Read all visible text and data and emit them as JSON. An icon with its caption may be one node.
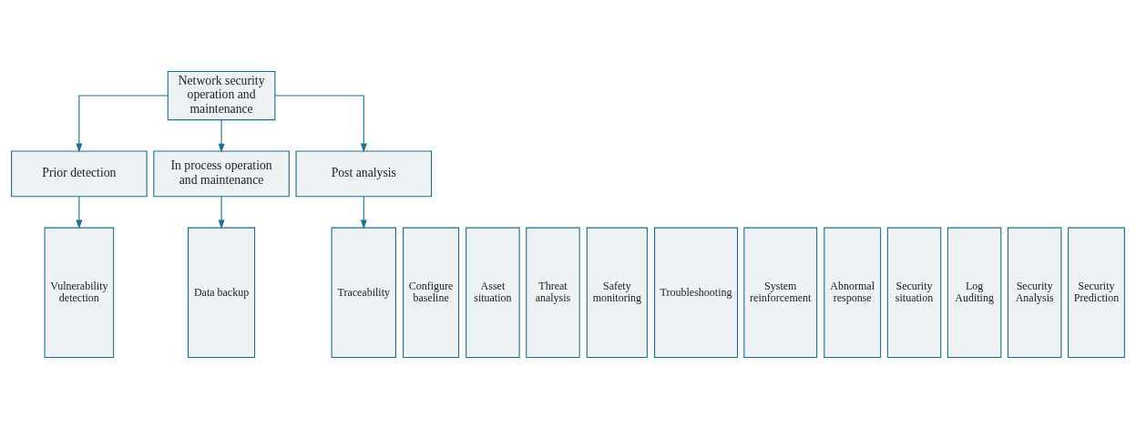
{
  "diagram": {
    "nodes": [
      {
        "text": [
          "Network security operation and maintenance"
        ]
      },
      {
        "text": [
          "Prior detection"
        ]
      },
      {
        "text": [
          "In process operation and maintenance"
        ]
      },
      {
        "text": [
          "Post analysis"
        ]
      },
      {
        "text": [
          "Configure baseline"
        ]
      },
      {
        "text": [
          "Asset situation"
        ]
      },
      {
        "text": [
          "Vulnerability detection"
        ]
      },
      {
        "text": [
          "Threat analysis"
        ]
      },
      {
        "text": [
          "Safety monitoring"
        ]
      },
      {
        "text": [
          "Troubleshooting"
        ]
      },
      {
        "text": [
          "Data backup"
        ]
      },
      {
        "text": [
          "System reinforcement"
        ]
      },
      {
        "text": [
          "Abnormal response"
        ]
      },
      {
        "text": [
          "Security situation"
        ]
      },
      {
        "text": [
          "Log Auditing"
        ]
      },
      {
        "text": [
          "Traceability"
        ]
      },
      {
        "text": [
          "Security Analysis"
        ]
      },
      {
        "text": [
          "Security Prediction"
        ]
      }
    ],
    "edges": [
      {
        "from": 0,
        "to": 1,
        "arrow": "to"
      },
      {
        "from": 0,
        "to": 2,
        "arrow": "to"
      },
      {
        "from": 0,
        "to": 3,
        "arrow": "to"
      },
      {
        "from": 1,
        "to": 6,
        "arrow": "to"
      },
      {
        "from": 2,
        "to": 10,
        "arrow": "to"
      },
      {
        "from": 3,
        "to": 15,
        "arrow": "to"
      }
    ]
  }
}
